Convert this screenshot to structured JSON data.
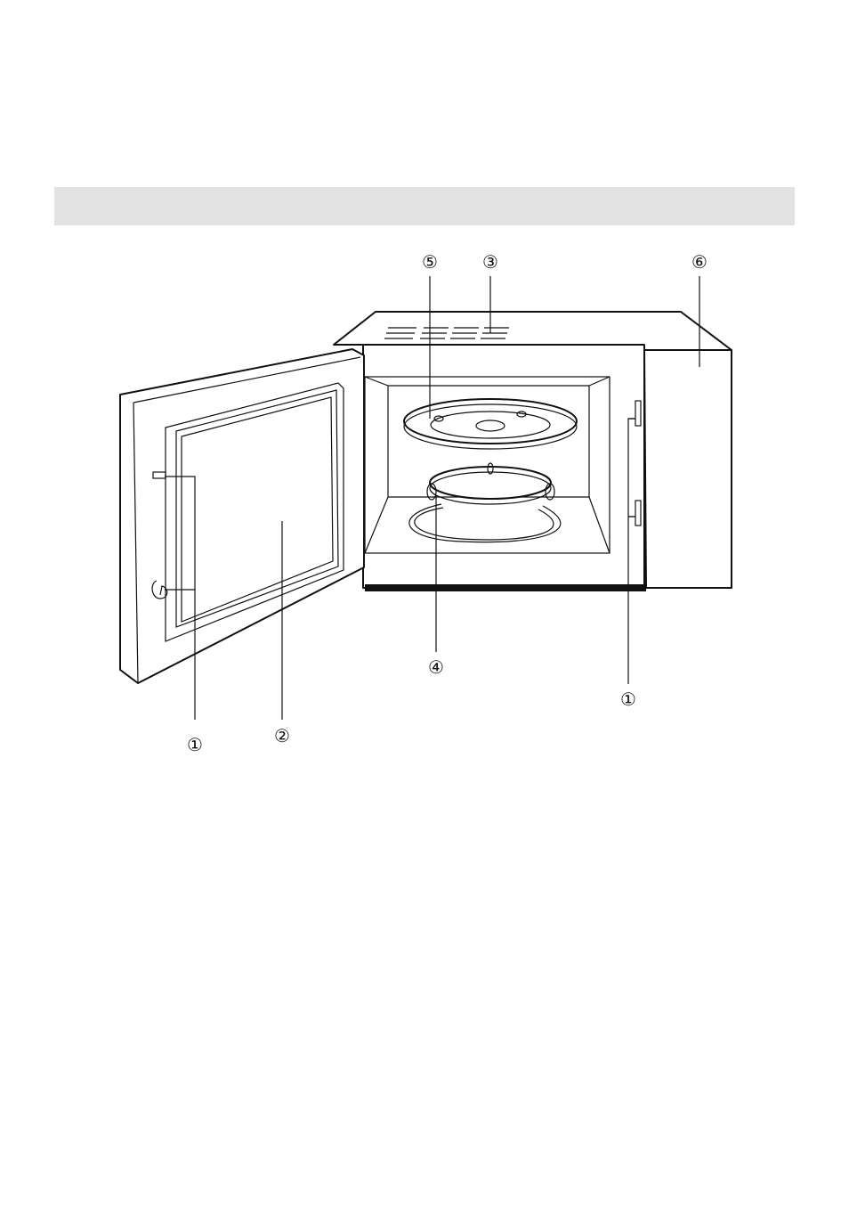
{
  "header_bar": {
    "text": ""
  },
  "callouts": [
    {
      "id": "door-safety-lock-left",
      "label": "①"
    },
    {
      "id": "oven-window",
      "label": "②"
    },
    {
      "id": "waveguide-cover",
      "label": "③"
    },
    {
      "id": "roller-ring",
      "label": "④"
    },
    {
      "id": "glass-tray",
      "label": "⑤"
    },
    {
      "id": "control-panel",
      "label": "⑥"
    },
    {
      "id": "door-safety-lock-right",
      "label": "①"
    }
  ],
  "colors": {
    "line": "#111111",
    "header_bar": "#e3e3e3",
    "background": "#ffffff"
  }
}
